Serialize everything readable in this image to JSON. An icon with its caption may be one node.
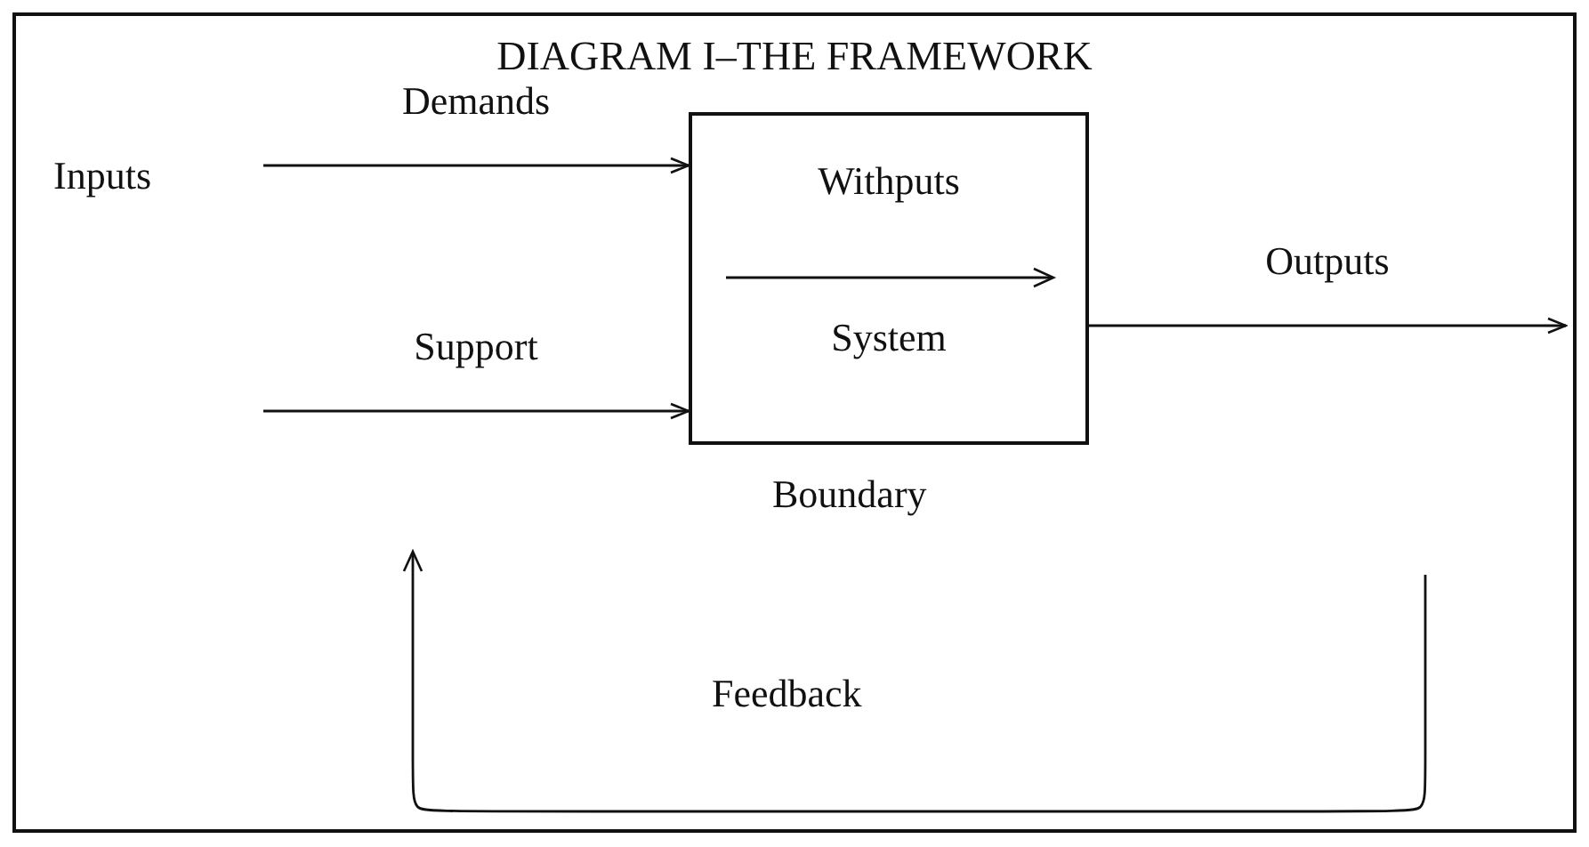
{
  "diagram": {
    "title": "DIAGRAM I–THE FRAMEWORK",
    "nodes": [
      {
        "text": [
          "Inputs"
        ]
      },
      {
        "text": [
          "Withputs",
          "System"
        ],
        "beside": [
          "Boundary"
        ]
      }
    ],
    "edges": [
      {
        "from": 0,
        "to": 1,
        "arrow": "to",
        "label": "Demands"
      },
      {
        "from": null,
        "to": 1,
        "arrow": "to",
        "label": "Support"
      },
      {
        "from": 1,
        "to": null,
        "arrow": "to",
        "label": "Outputs"
      }
    ],
    "labels": [
      "Feedback"
    ]
  }
}
